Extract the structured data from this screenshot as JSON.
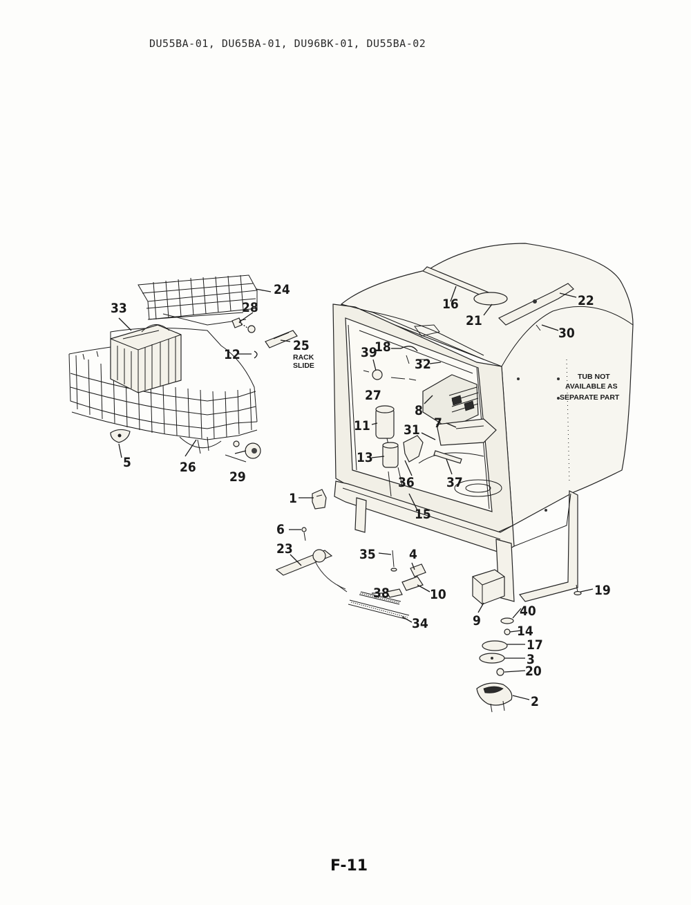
{
  "header": {
    "models": "DU55BA-01, DU65BA-01, DU96BK-01, DU55BA-02"
  },
  "footer": {
    "page_number": "F-11"
  },
  "notes": {
    "rack_slide_line1": "RACK",
    "rack_slide_line2": "SLIDE",
    "tub_line1": "TUB NOT",
    "tub_line2": "AVAILABLE AS",
    "tub_line3": "SEPARATE PART"
  },
  "callouts": {
    "c1": "1",
    "c2": "2",
    "c3": "3",
    "c4": "4",
    "c5": "5",
    "c6": "6",
    "c7": "7",
    "c8": "8",
    "c9": "9",
    "c10": "10",
    "c11": "11",
    "c12": "12",
    "c13": "13",
    "c14": "14",
    "c15": "15",
    "c16": "16",
    "c17": "17",
    "c18": "18",
    "c19": "19",
    "c20": "20",
    "c21": "21",
    "c22": "22",
    "c23": "23",
    "c24": "24",
    "c25": "25",
    "c26": "26",
    "c27": "27",
    "c28": "28",
    "c29": "29",
    "c30": "30",
    "c31": "31",
    "c32": "32",
    "c33": "33",
    "c34": "34",
    "c35": "35",
    "c36": "36",
    "c37": "37",
    "c38": "38",
    "c39": "39",
    "c40": "40"
  }
}
